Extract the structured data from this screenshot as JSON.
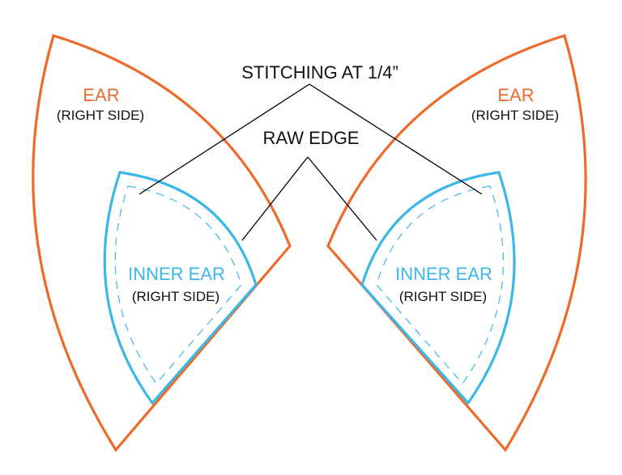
{
  "colors": {
    "ear_outline": "#ee6a2a",
    "inner_ear_outline": "#3bb7e8",
    "leader_line": "#000000",
    "text": "#111111"
  },
  "left_ear": {
    "title": "EAR",
    "subtitle": "(RIGHT SIDE)"
  },
  "right_ear": {
    "title": "EAR",
    "subtitle": "(RIGHT SIDE)"
  },
  "left_inner_ear": {
    "title": "INNER EAR",
    "subtitle": "(RIGHT SIDE)"
  },
  "right_inner_ear": {
    "title": "INNER EAR",
    "subtitle": "(RIGHT SIDE)"
  },
  "callouts": {
    "stitching": "STITCHING AT 1/4”",
    "raw_edge": "RAW EDGE"
  }
}
